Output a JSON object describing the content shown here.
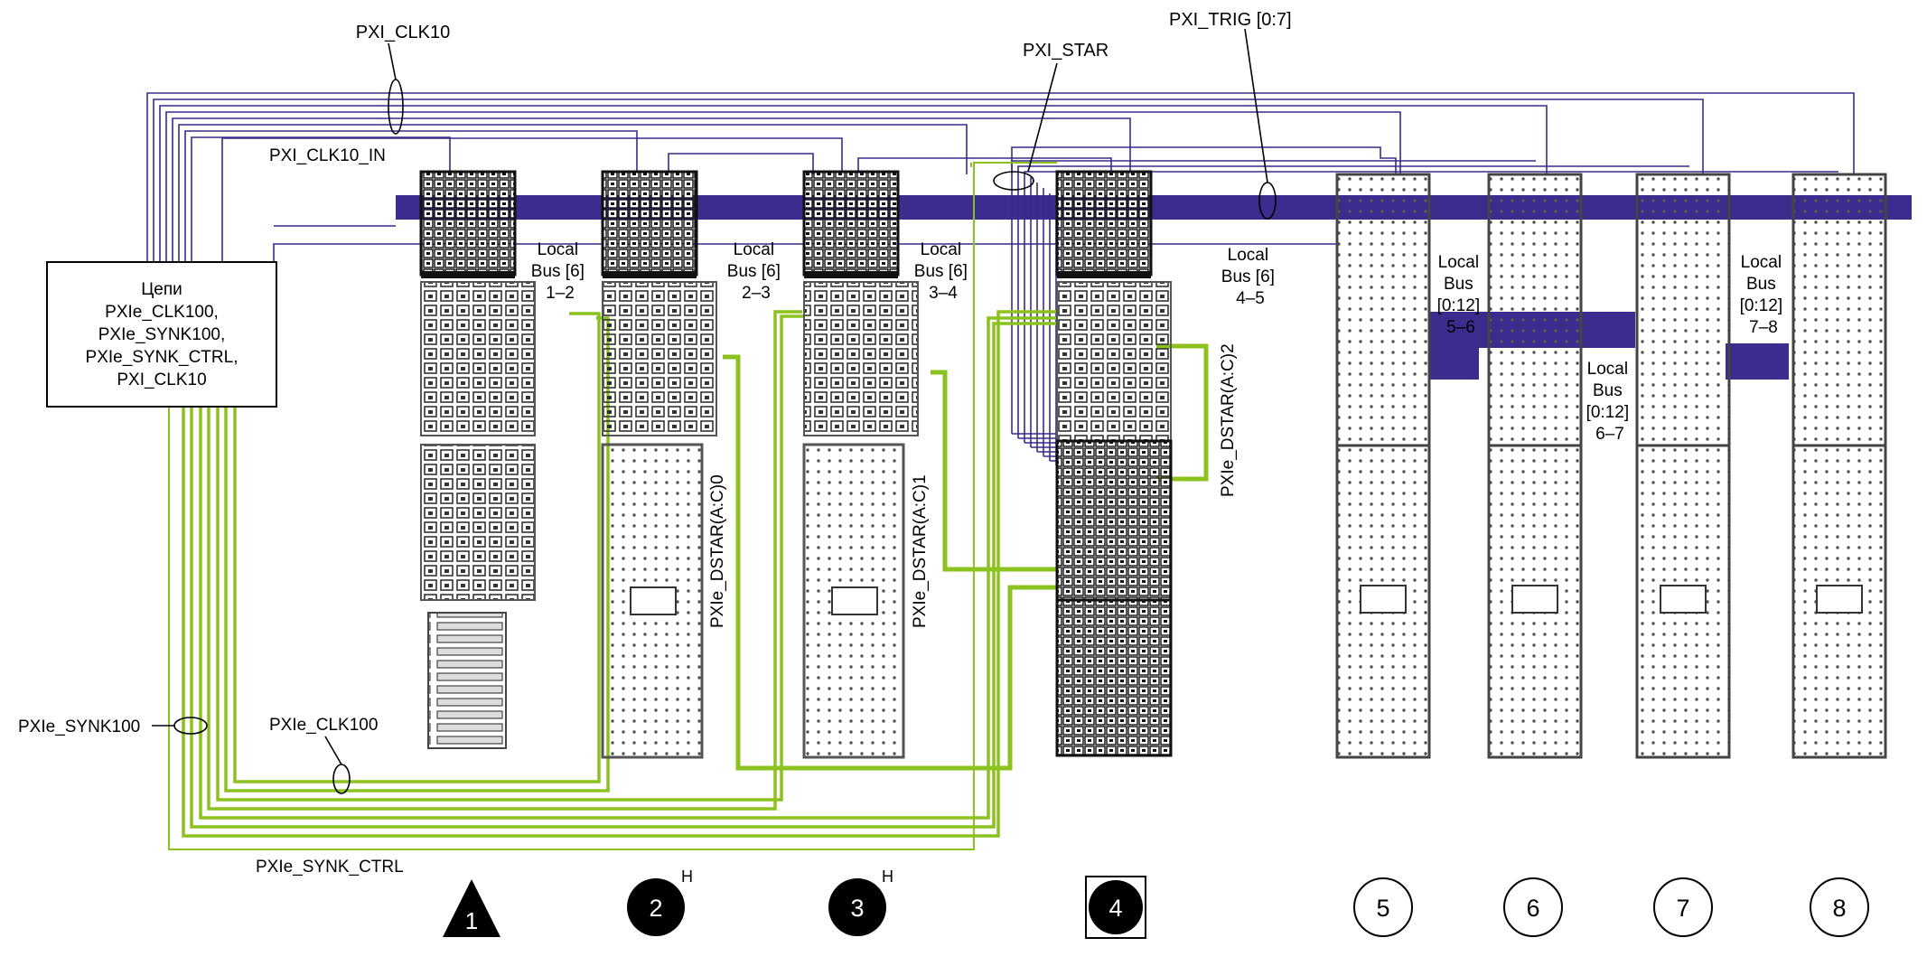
{
  "labels": {
    "pxi_clk10": "PXI_CLK10",
    "pxi_clk10_in": "PXI_CLK10_IN",
    "pxi_star": "PXI_STAR",
    "pxi_trig": "PXI_TRIG [0:7]",
    "pxie_synk100": "PXIe_SYNK100",
    "pxie_clk100": "PXIe_CLK100",
    "pxie_synk_ctrl": "PXIe_SYNK_CTRL",
    "dstar0": "PXIe_DSTAR(A:C)0",
    "dstar1": "PXIe_DSTAR(A:C)1",
    "dstar2": "PXIe_DSTAR(A:C)2"
  },
  "circuit_box": [
    "Цепи",
    "PXIe_CLK100,",
    "PXIe_SYNK100,",
    "PXIe_SYNK_CTRL,",
    "PXI_CLK10"
  ],
  "local_bus": [
    [
      "Local",
      "Bus [6]",
      "1–2"
    ],
    [
      "Local",
      "Bus [6]",
      "2–3"
    ],
    [
      "Local",
      "Bus [6]",
      "3–4"
    ],
    [
      "Local",
      "Bus [6]",
      "4–5"
    ],
    [
      "Local",
      "Bus",
      "[0:12]",
      "5–6"
    ],
    [
      "Local",
      "Bus",
      "[0:12]",
      "6–7"
    ],
    [
      "Local",
      "Bus",
      "[0:12]",
      "7–8"
    ]
  ],
  "slots": [
    {
      "number": "1",
      "superscript": ""
    },
    {
      "number": "2",
      "superscript": "H"
    },
    {
      "number": "3",
      "superscript": "H"
    },
    {
      "number": "4",
      "superscript": ""
    },
    {
      "number": "5",
      "superscript": ""
    },
    {
      "number": "6",
      "superscript": ""
    },
    {
      "number": "7",
      "superscript": ""
    },
    {
      "number": "8",
      "superscript": ""
    }
  ],
  "colors": {
    "bus": "#3b2c8e",
    "trace_purple": "#3a2a8a",
    "trace_green": "#8cc21f",
    "trace_green_light": "#a5cf4a"
  }
}
